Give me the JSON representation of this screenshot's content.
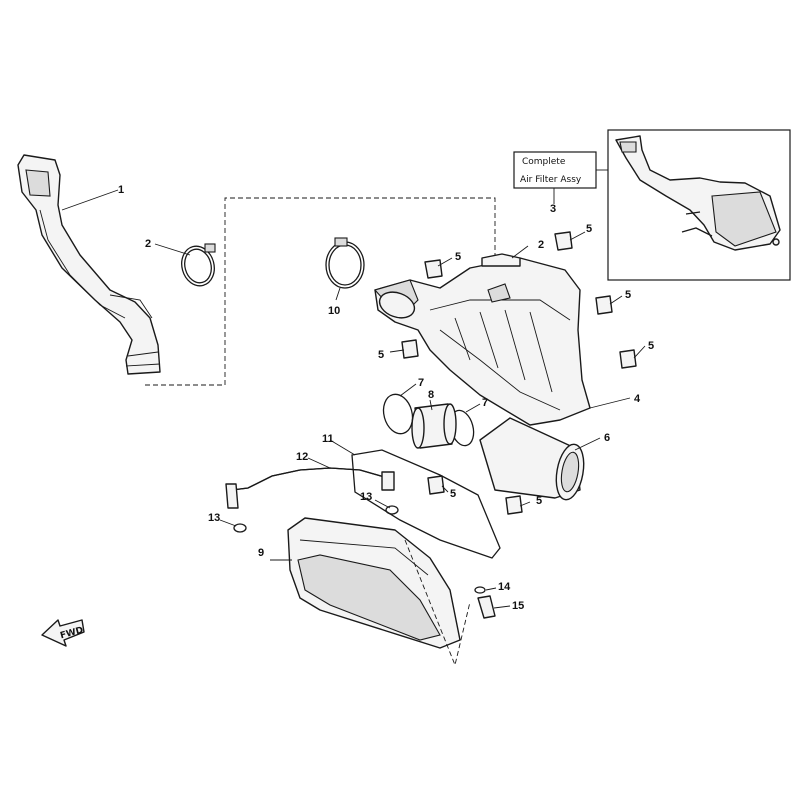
{
  "callouts": {
    "c1": "1",
    "c2a": "2",
    "c2b": "2",
    "c3": "3",
    "c4": "4",
    "c5a": "5",
    "c5b": "5",
    "c5c": "5",
    "c5d": "5",
    "c5e": "5",
    "c5f": "5",
    "c6": "6",
    "c7a": "7",
    "c7b": "7",
    "c8": "8",
    "c9": "9",
    "c10": "10",
    "c11": "11",
    "c12": "12",
    "c13a": "13",
    "c13b": "13",
    "c14": "14",
    "c15": "15"
  },
  "inset": {
    "line1": "Complete",
    "line2": "Air Filter Assy"
  },
  "fwd_label": "FWD"
}
